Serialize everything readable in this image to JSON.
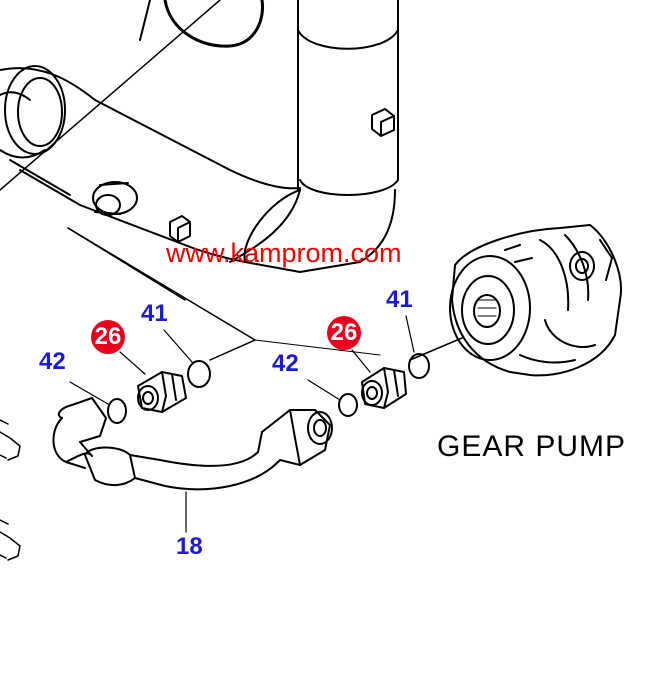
{
  "watermark": "www.kamprom.com",
  "caption": "GEAR PUMP",
  "callouts": {
    "part_41_left": "41",
    "part_41_right": "41",
    "part_42_left": "42",
    "part_42_right": "42",
    "part_26_left": "26",
    "part_26_right": "26",
    "part_18": "18"
  },
  "colors": {
    "callout_text": "#1a1ad8",
    "badge_fill": "#e8001c",
    "watermark": "#ee0000",
    "linework": "#000000"
  }
}
